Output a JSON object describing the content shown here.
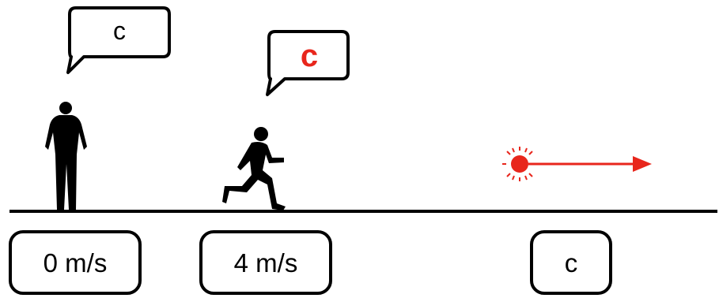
{
  "observers": [
    {
      "id": "standing-person",
      "speech": "c",
      "speed_label": "0 m/s"
    },
    {
      "id": "running-child",
      "speech": "c",
      "speed_label": "4 m/s"
    }
  ],
  "light": {
    "speed_label": "c"
  },
  "colors": {
    "accent": "#e8261c",
    "ink": "#000000",
    "background": "#ffffff"
  }
}
